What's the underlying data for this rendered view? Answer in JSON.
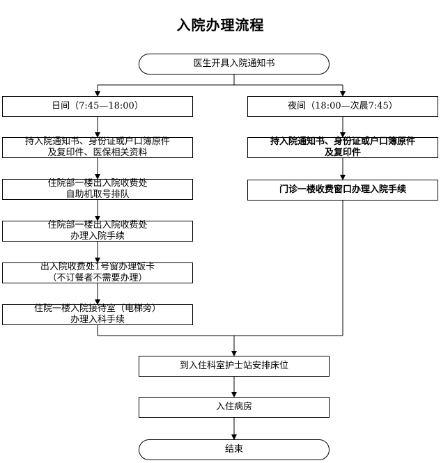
{
  "title": "入院办理流程",
  "nodes": {
    "start": "医生开具入院通知书",
    "day": "日间（7:45—18:00）",
    "night": "夜间（18:00—次晨7:45）",
    "day_step1": "持入院通知书、身份证或户口簿原件\n及复印件、医保相关资料",
    "day_step2": "住院部一楼出入院收费处\n自助机取号排队",
    "day_step3": "住院部一楼出入院收费处\n办理入院手续",
    "day_step4": "出入院收费处1号窗办理饭卡\n（不订餐者不需要办理）",
    "day_step5": "住院一楼入院接待室（电梯旁）\n办理入科手续",
    "night_step1": "持入院通知书、身份证或户口簿原件\n及复印件",
    "night_step2": "门诊一楼收费窗口办理入院手续",
    "nurse_station": "到入住科室护士站安排床位",
    "ward": "入住病房",
    "end": "结束"
  }
}
